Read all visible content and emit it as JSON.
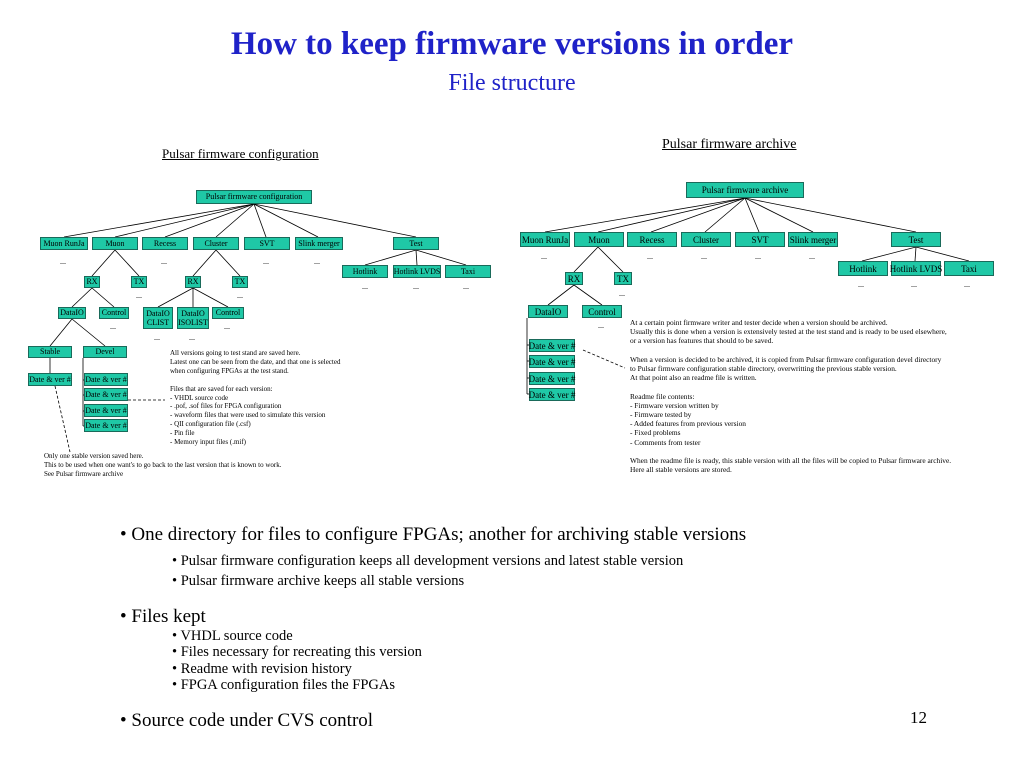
{
  "slide": {
    "title": "How to keep firmware versions in order",
    "subtitle": "File structure",
    "page_number": "12"
  },
  "left_diagram": {
    "heading": "Pulsar firmware configuration",
    "root": "Pulsar firmware configuration",
    "level1": [
      "Muon RunJa",
      "Muon",
      "Recess",
      "Cluster",
      "SVT",
      "Slink merger",
      "Test"
    ],
    "test_children": [
      "Hotlink",
      "Hotlink LVDS",
      "Taxi"
    ],
    "muon_children": [
      "RX",
      "TX"
    ],
    "cluster_children": [
      "RX",
      "TX"
    ],
    "muon_rx_children": [
      "DataIO",
      "Control"
    ],
    "cluster_rx_children": [
      "DataIO CLIST",
      "DataIO ISOLIST",
      "Control"
    ],
    "dataio_children": [
      "Stable",
      "Devel"
    ],
    "stable_versions": [
      "Date & ver #"
    ],
    "devel_versions": [
      "Date & ver #",
      "Date & ver #",
      "Date & ver #",
      "Date & ver #"
    ],
    "ellipsis": "...",
    "note_versions": "All versions going to test stand are saved here.\nLatest one can be seen from the date, and that one is selected\nwhen configuring FPGAs at the test stand.\n\nFiles that are saved for each version:\n- VHDL source code\n- .pof, .sof files for FPGA configuration\n- waveform files that were used to simulate this version\n- QII configuration file (.csf)\n- Pin file\n- Memory input files (.mif)",
    "note_stable": "Only one stable version saved here.\nThis to be used when one want's to go back to the last version that is known to work.\nSee Pulsar firmware archive"
  },
  "right_diagram": {
    "heading": "Pulsar firmware archive",
    "root": "Pulsar firmware archive",
    "level1": [
      "Muon RunJa",
      "Muon",
      "Recess",
      "Cluster",
      "SVT",
      "Slink merger",
      "Test"
    ],
    "test_children": [
      "Hotlink",
      "Hotlink LVDS",
      "Taxi"
    ],
    "muon_children": [
      "RX",
      "TX"
    ],
    "rx_children": [
      "DataIO",
      "Control"
    ],
    "versions": [
      "Date & ver #",
      "Date & ver #",
      "Date & ver #",
      "Date & ver #"
    ],
    "ellipsis": "...",
    "note": "At a certain point firmware writer and tester decide when a version should be archived.\nUsually this is done when a version is extensively tested at the test stand and is ready to be used elsewhere,\nor a version has features that should to be saved.\n\nWhen a version is decided to be archived, it is copied from Pulsar firmware configuration devel directory\nto Pulsar firmware configuration stable directory, overwritting the previous stable version.\nAt that point also an readme file is written.\n\nReadme file contents:\n- Firmware version written by\n- Firmware tested by\n- Added features from previous version\n- Fixed problems\n- Comments from tester\n\nWhen the readme file is ready, this stable version with all the files will be copied to Pulsar firmware archive.\nHere all stable versions are stored."
  },
  "bullets": {
    "b1": "• One directory for files to configure FPGAs; another for archiving stable versions",
    "b1_sub": [
      "• Pulsar firmware configuration keeps all development versions and latest stable version",
      "• Pulsar firmware archive keeps all stable versions"
    ],
    "b2": "• Files kept",
    "b2_sub": [
      "• VHDL source code",
      "• Files necessary for recreating this version",
      "• Readme with revision history",
      "• FPGA configuration files the FPGAs"
    ],
    "b3": "• Source code under CVS control"
  },
  "colors": {
    "title": "#1f22c8",
    "box_fill": "#1fc8a6",
    "box_border": "#1a6a5a"
  }
}
